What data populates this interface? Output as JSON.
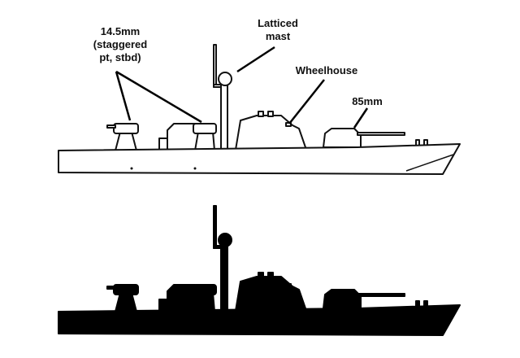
{
  "title": "Patrol boat recognition profile",
  "labels": {
    "guns_line1": "14.5mm",
    "guns_line2": "(staggered",
    "guns_line3": "pt, stbd)",
    "mast_line1": "Latticed",
    "mast_line2": "mast",
    "wheelhouse": "Wheelhouse",
    "main_gun": "85mm"
  },
  "colors": {
    "line": "#111111",
    "silhouette": "#000000",
    "background": "#ffffff"
  }
}
